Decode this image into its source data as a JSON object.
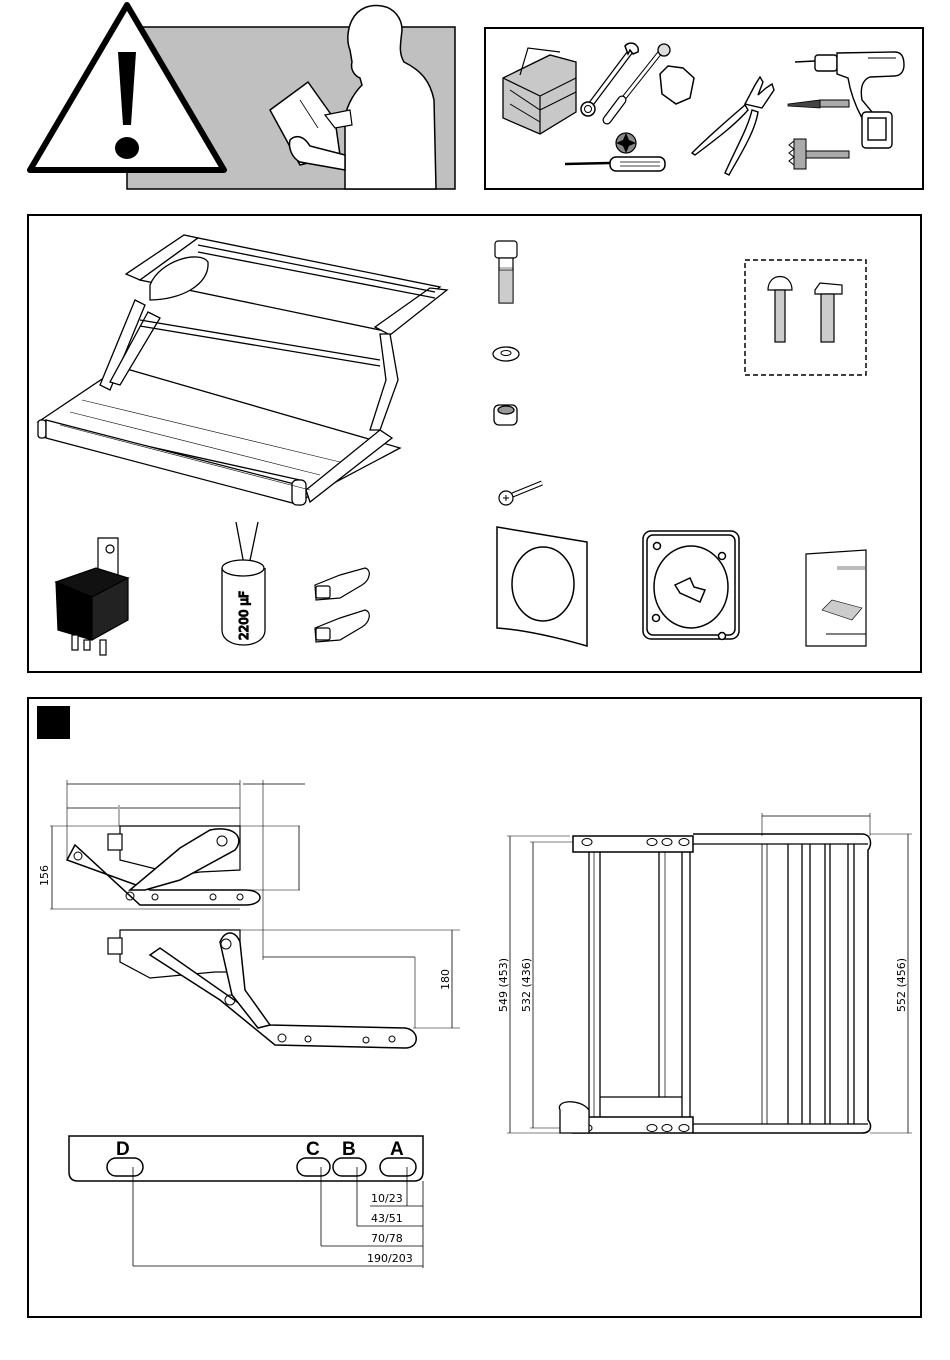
{
  "header": {
    "warning": {
      "icon": "warning-triangle-icon",
      "figure": "person-reading-manual"
    },
    "tools": {
      "items": [
        "toolbox",
        "wrench",
        "socket-wrench",
        "hex-nut",
        "phillips-screwdriver",
        "phillips-bit",
        "pliers",
        "cordless-drill",
        "drill-bit",
        "hole-saw"
      ]
    }
  },
  "parts": {
    "items": [
      "folding-step",
      "hex-bolt",
      "washer",
      "lock-nut",
      "tapping-screw",
      "carriage-bolt",
      "t-bolt",
      "relay",
      "capacitor",
      "flat-connectors",
      "switch-cover-plate",
      "switch",
      "instruction-manual"
    ],
    "capacitor_label": "2200 µF"
  },
  "dimensions": {
    "side_view_retracted": {
      "height_label": "156"
    },
    "side_view_extended": {
      "height_label": "180"
    },
    "top_view": {
      "left_outer": "549 (453)",
      "left_inner": "532 (436)",
      "right": "552 (456)"
    },
    "mounting_rail": {
      "positions": [
        "D",
        "C",
        "B",
        "A"
      ],
      "measurements": [
        "10/23",
        "43/51",
        "70/78",
        "190/203"
      ]
    }
  }
}
